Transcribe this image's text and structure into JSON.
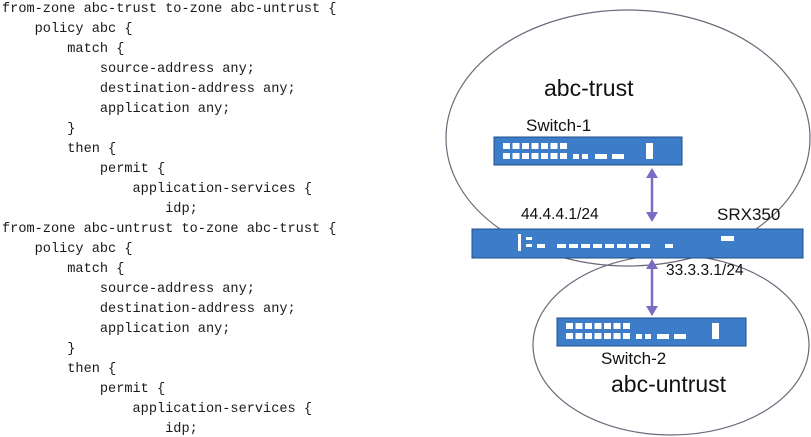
{
  "code": {
    "lines": [
      {
        "indent": 0,
        "text": "from-zone abc-trust to-zone abc-untrust {"
      },
      {
        "indent": 1,
        "text": "policy abc {"
      },
      {
        "indent": 2,
        "text": "match {"
      },
      {
        "indent": 3,
        "text": "source-address any;"
      },
      {
        "indent": 3,
        "text": "destination-address any;"
      },
      {
        "indent": 3,
        "text": "application any;"
      },
      {
        "indent": 2,
        "text": "}"
      },
      {
        "indent": 2,
        "text": "then {"
      },
      {
        "indent": 3,
        "text": "permit {"
      },
      {
        "indent": 4,
        "text": "application-services {"
      },
      {
        "indent": 5,
        "text": "idp;"
      },
      {
        "indent": 0,
        "text": "from-zone abc-untrust to-zone abc-trust {"
      },
      {
        "indent": 1,
        "text": "policy abc {"
      },
      {
        "indent": 2,
        "text": "match {"
      },
      {
        "indent": 3,
        "text": "source-address any;"
      },
      {
        "indent": 3,
        "text": "destination-address any;"
      },
      {
        "indent": 3,
        "text": "application any;"
      },
      {
        "indent": 2,
        "text": "}"
      },
      {
        "indent": 2,
        "text": "then {"
      },
      {
        "indent": 3,
        "text": "permit {"
      },
      {
        "indent": 4,
        "text": "application-services {"
      },
      {
        "indent": 5,
        "text": "idp;"
      }
    ]
  },
  "diagram": {
    "zone_trust_label": "abc-trust",
    "zone_untrust_label": "abc-untrust",
    "switch1_label": "Switch-1",
    "switch2_label": "Switch-2",
    "firewall_label": "SRX350",
    "trust_interface_ip": "44.4.4.1/24",
    "untrust_interface_ip": "33.3.3.1/24"
  },
  "colors": {
    "device_fill": "#3d7cc9",
    "device_border": "#1f4f8a",
    "port_fill": "#ffffff",
    "arrow": "#7b6bc4",
    "zone_outline": "#6a6a7a"
  }
}
